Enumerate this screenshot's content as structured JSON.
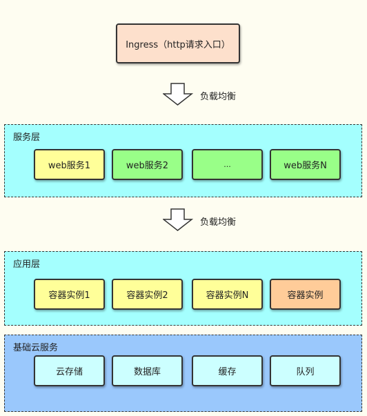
{
  "ingress": {
    "label": "Ingress（http请求入口）"
  },
  "lb1": {
    "label": "负载均衡"
  },
  "lb2": {
    "label": "负载均衡"
  },
  "service_layer": {
    "title": "服务层",
    "nodes": [
      "web服务1",
      "web服务2",
      "...",
      "web服务N"
    ]
  },
  "app_layer": {
    "title": "应用层",
    "nodes": [
      "容器实例1",
      "容器实例2",
      "容器实例N",
      "容器实例"
    ]
  },
  "cloud_layer": {
    "title": "基础云服务",
    "nodes": [
      "云存储",
      "数据库",
      "缓存",
      "队列"
    ]
  },
  "colors": {
    "background": "#fefdf1",
    "ingress": "#fde0cc",
    "service_layer": "#a4fffe",
    "app_layer": "#a4fffe",
    "cloud_layer": "#9ac8fc",
    "yellow_node": "#ffff99",
    "green_node": "#99ff88",
    "orange_node": "#ffcc99",
    "cloud_node": "#ccffff"
  }
}
